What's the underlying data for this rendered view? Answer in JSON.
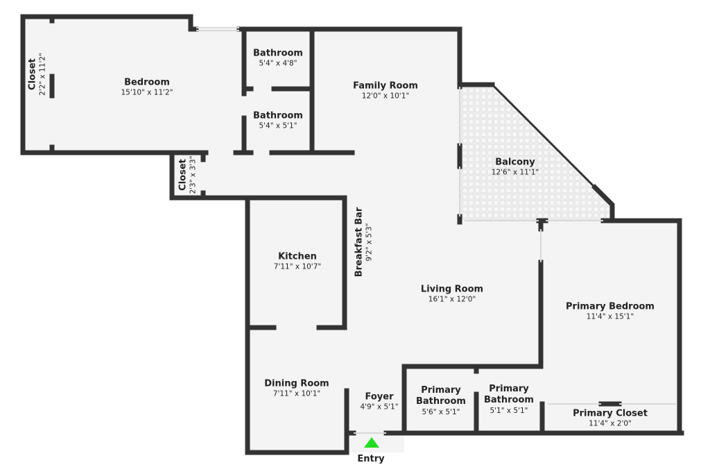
{
  "rooms": [
    {
      "name": "Closet",
      "dims": "2'2\" x 11'2\""
    },
    {
      "name": "Bedroom",
      "dims": "15'10\" x 11'2\""
    },
    {
      "name": "Bathroom",
      "dims": "5'4\" x 4'8\""
    },
    {
      "name": "Bathroom",
      "dims": "5'4\" x 5'1\""
    },
    {
      "name": "Family Room",
      "dims": "12'0\" x 10'1\""
    },
    {
      "name": "Balcony",
      "dims": "12'6\" x 11'1\""
    },
    {
      "name": "Closet",
      "dims": "2'3\" x 3'3\""
    },
    {
      "name": "Breakfast Bar",
      "dims": "9'2\" x 5'3\""
    },
    {
      "name": "Kitchen",
      "dims": "7'11\" x 10'7\""
    },
    {
      "name": "Living Room",
      "dims": "16'1\" x 12'0\""
    },
    {
      "name": "Primary Bedroom",
      "dims": "11'4\" x 15'1\""
    },
    {
      "name": "Dining Room",
      "dims": "7'11\" x 10'1\""
    },
    {
      "name": "Foyer",
      "dims": "4'9\" x 5'1\""
    },
    {
      "name": "Primary Bathroom",
      "dims": "5'6\" x 5'1\""
    },
    {
      "name": "Primary Bathroom",
      "dims": "5'1\" x 5'1\""
    },
    {
      "name": "Primary Closet",
      "dims": "11'4\" x 2'0\""
    }
  ],
  "entry": {
    "label": "Entry",
    "marker_color": "#22dd22"
  },
  "colors": {
    "wall": "#333333",
    "floor": "#f4f4f4"
  }
}
